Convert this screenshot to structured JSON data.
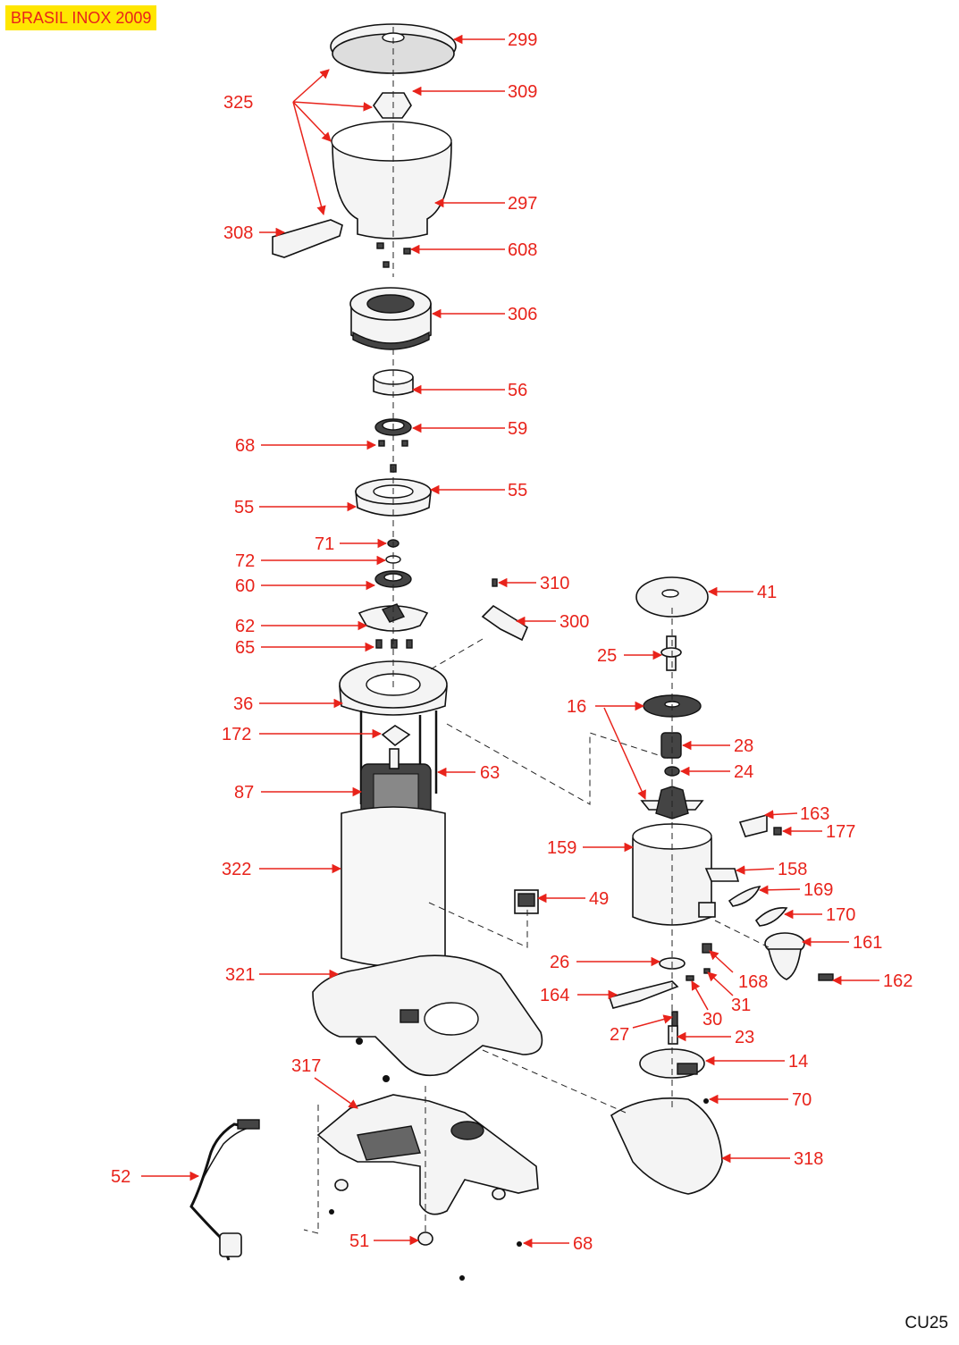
{
  "header": {
    "title": "BRASIL INOX 2009"
  },
  "footer": {
    "code": "CU25"
  },
  "colors": {
    "callout": "#e8231b",
    "badge_bg": "#ffe600",
    "line": "#111111"
  },
  "callouts": [
    "299",
    "309",
    "325",
    "297",
    "308",
    "608",
    "306",
    "56",
    "59",
    "68",
    "55",
    "55",
    "71",
    "72",
    "60",
    "62",
    "65",
    "36",
    "172",
    "63",
    "87",
    "322",
    "321",
    "310",
    "300",
    "41",
    "25",
    "16",
    "28",
    "24",
    "163",
    "177",
    "159",
    "158",
    "169",
    "170",
    "49",
    "161",
    "26",
    "168",
    "162",
    "164",
    "31",
    "30",
    "27",
    "23",
    "14",
    "70",
    "318",
    "317",
    "52",
    "51",
    "68"
  ]
}
